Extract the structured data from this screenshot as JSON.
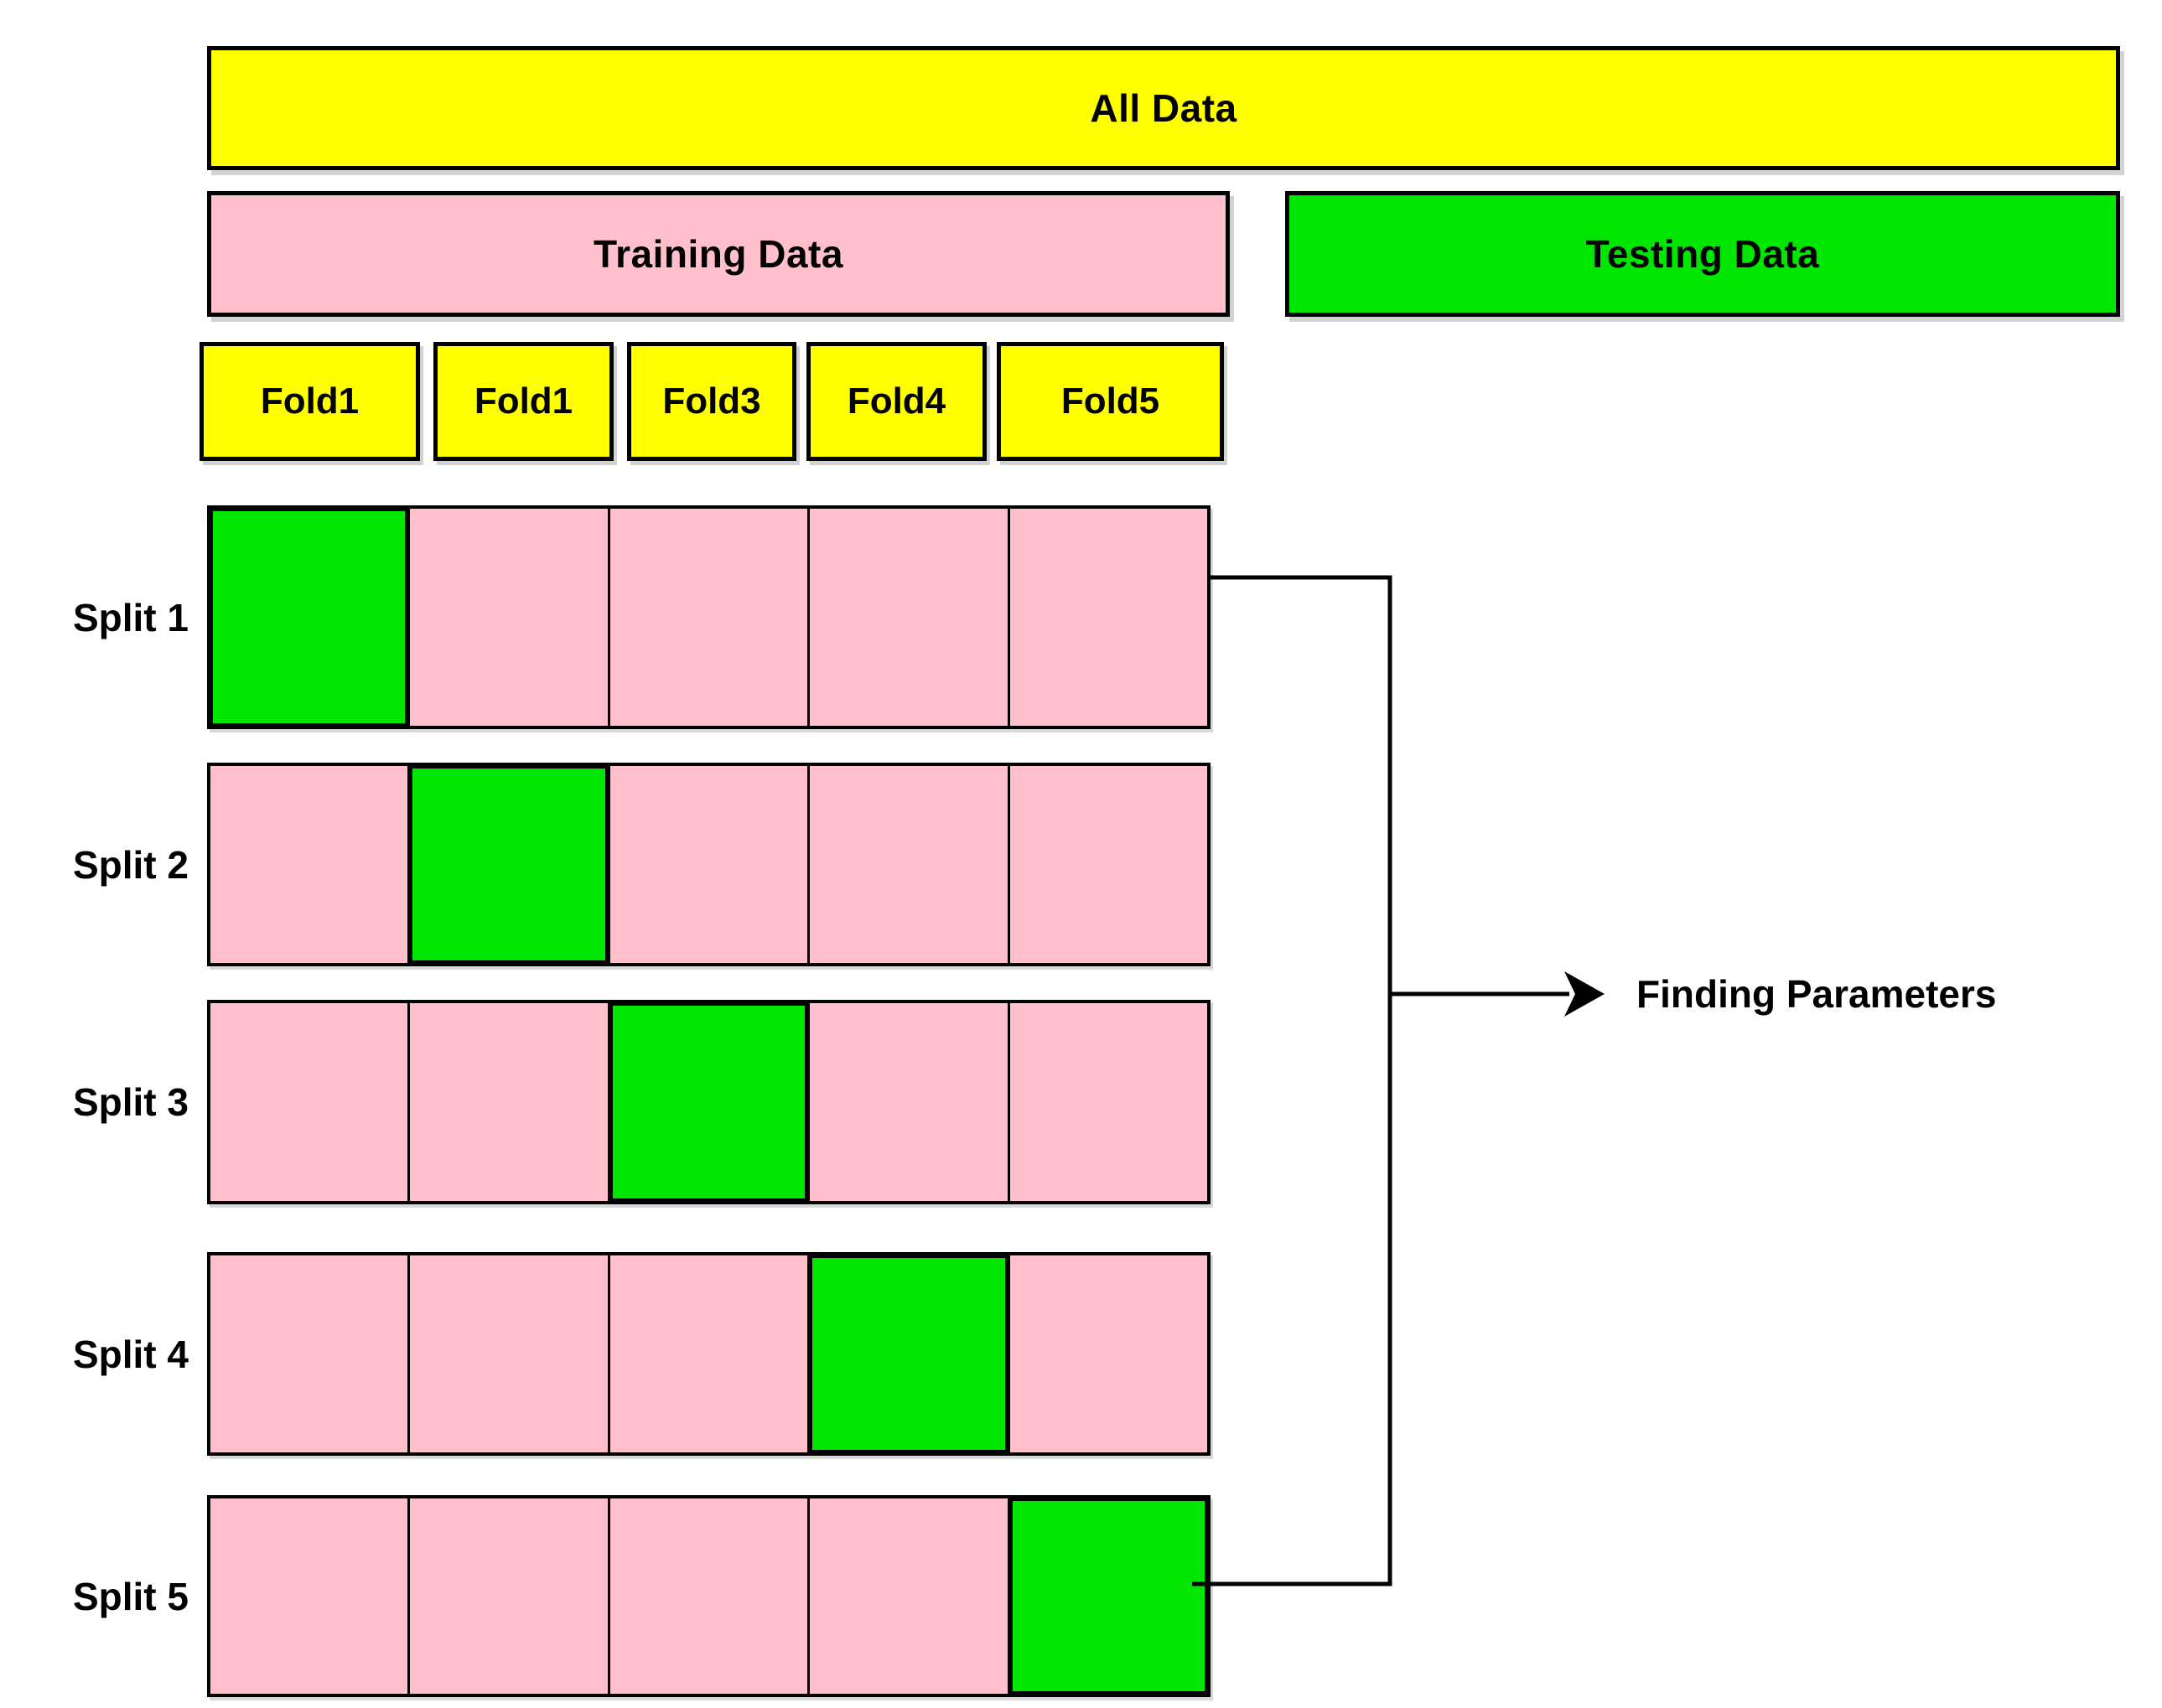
{
  "diagram": {
    "all_data_label": "All Data",
    "training_data_label": "Training Data",
    "testing_data_label": "Testing Data",
    "finding_parameters_label": "Finding Parameters"
  },
  "folds": [
    "Fold1",
    "Fold1",
    "Fold3",
    "Fold4",
    "Fold5"
  ],
  "splits": [
    {
      "label": "Split 1",
      "test_fold_index": 0,
      "cells": [
        "test",
        "train",
        "train",
        "train",
        "train"
      ]
    },
    {
      "label": "Split 2",
      "test_fold_index": 1,
      "cells": [
        "train",
        "test",
        "train",
        "train",
        "train"
      ]
    },
    {
      "label": "Split 3",
      "test_fold_index": 2,
      "cells": [
        "train",
        "train",
        "test",
        "train",
        "train"
      ]
    },
    {
      "label": "Split 4",
      "test_fold_index": 3,
      "cells": [
        "train",
        "train",
        "train",
        "test",
        "train"
      ]
    },
    {
      "label": "Split 5",
      "test_fold_index": 4,
      "cells": [
        "train",
        "train",
        "train",
        "train",
        "test"
      ]
    }
  ],
  "colors": {
    "all_data": "#ffff00",
    "fold_header": "#ffff00",
    "training": "#ffc0cb",
    "testing": "#00e600",
    "border": "#000000"
  }
}
